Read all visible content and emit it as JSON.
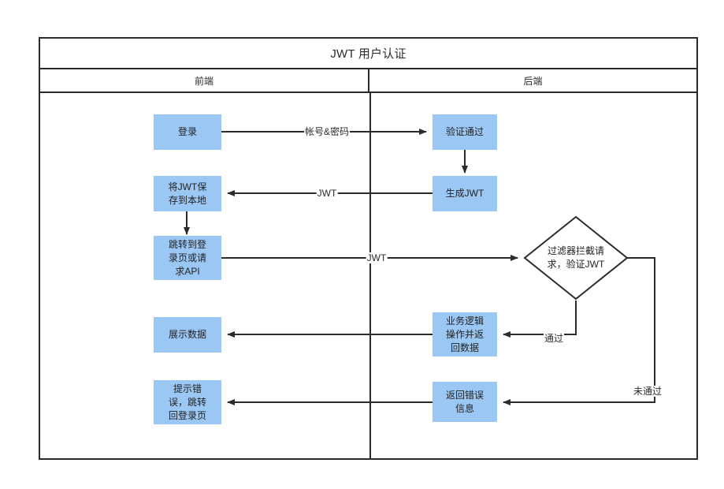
{
  "diagram": {
    "title": "JWT 用户认证",
    "lanes": [
      {
        "id": "frontend",
        "label": "前端"
      },
      {
        "id": "backend",
        "label": "后端"
      }
    ],
    "node_fill": "#9AC7F4",
    "line_color": "#2b2b2b",
    "nodes": [
      {
        "id": "login",
        "lane": "frontend",
        "shape": "rect",
        "label": "登录"
      },
      {
        "id": "verify-pass",
        "lane": "backend",
        "shape": "rect",
        "label": "验证通过"
      },
      {
        "id": "save-jwt",
        "lane": "frontend",
        "shape": "rect",
        "label": "将JWT保\n存到本地"
      },
      {
        "id": "gen-jwt",
        "lane": "backend",
        "shape": "rect",
        "label": "生成JWT"
      },
      {
        "id": "goto-or-api",
        "lane": "frontend",
        "shape": "rect",
        "label": "跳转到登\n录页或请\n求API"
      },
      {
        "id": "filter-check",
        "lane": "backend",
        "shape": "diamond",
        "label": "过滤器拦截请\n求，验证JWT"
      },
      {
        "id": "show-data",
        "lane": "frontend",
        "shape": "rect",
        "label": "展示数据"
      },
      {
        "id": "biz-logic",
        "lane": "backend",
        "shape": "rect",
        "label": "业务逻辑\n操作并返\n回数据"
      },
      {
        "id": "show-error",
        "lane": "frontend",
        "shape": "rect",
        "label": "提示错\n误，跳转\n回登录页"
      },
      {
        "id": "return-error",
        "lane": "backend",
        "shape": "rect",
        "label": "返回错误\n信息"
      }
    ],
    "edges": [
      {
        "id": "e1",
        "from": "login",
        "to": "verify-pass",
        "label": "帐号&密码"
      },
      {
        "id": "e2",
        "from": "verify-pass",
        "to": "gen-jwt",
        "label": ""
      },
      {
        "id": "e3",
        "from": "gen-jwt",
        "to": "save-jwt",
        "label": "JWT"
      },
      {
        "id": "e4",
        "from": "save-jwt",
        "to": "goto-or-api",
        "label": ""
      },
      {
        "id": "e5",
        "from": "goto-or-api",
        "to": "filter-check",
        "label": "JWT"
      },
      {
        "id": "e6",
        "from": "filter-check",
        "to": "biz-logic",
        "label": "通过"
      },
      {
        "id": "e7",
        "from": "biz-logic",
        "to": "show-data",
        "label": ""
      },
      {
        "id": "e8",
        "from": "filter-check",
        "to": "return-error",
        "label": "未通过"
      },
      {
        "id": "e9",
        "from": "return-error",
        "to": "show-error",
        "label": ""
      }
    ]
  }
}
